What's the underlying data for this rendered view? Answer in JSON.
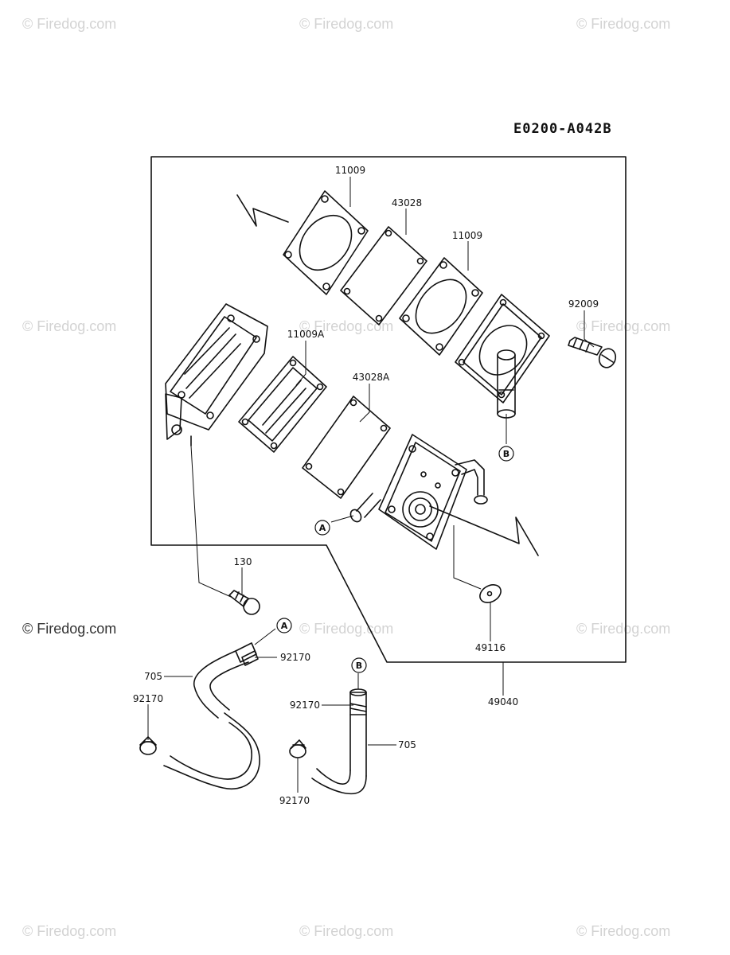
{
  "diagram_code": "E0200-A042B",
  "watermark": "© Firedog.com",
  "parts": {
    "p11009_top": "11009",
    "p43028": "43028",
    "p11009_mid": "11009",
    "p92009": "92009",
    "p11009a": "11009A",
    "p43028a": "43028A",
    "p130": "130",
    "p49116": "49116",
    "p49040": "49040",
    "p92170_a": "92170",
    "p705_left": "705",
    "p92170_left": "92170",
    "p92170_b": "92170",
    "p705_right": "705",
    "p92170_bottom": "92170"
  },
  "callouts": {
    "a_outlet": "A",
    "a_hose": "A",
    "b_outlet": "B",
    "b_hose": "B"
  }
}
